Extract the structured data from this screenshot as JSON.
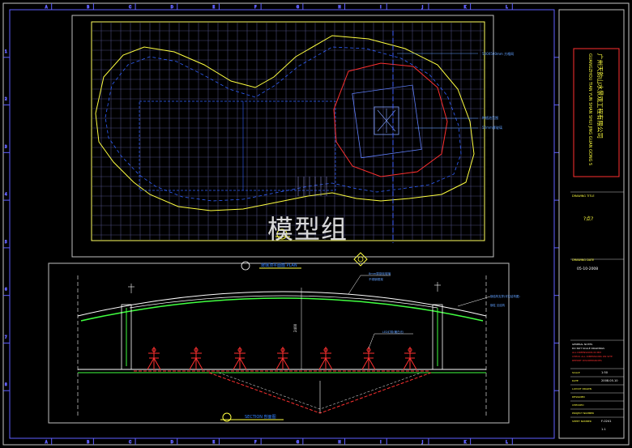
{
  "watermark": "模型组",
  "title_block": {
    "company_en": "GUANGZHOU TIAN YUN SHAN SHUI JING GUAN GONG S",
    "company_cn": "广州天韵山水景观工程有限公司",
    "drawing_title_label": "DRAWING TITLE",
    "drawing_title": "?点?",
    "date_label": "DRAWING DATE",
    "date": "05-10-2008",
    "notes": [
      "GENERAL NOTES",
      "DO NOT SCALE DRAWINGS",
      "ALL DIMENSIONS IN MM",
      "CHECK ALL DIMENSIONS ON SITE",
      "REPORT DISCREPANCIES"
    ],
    "scale_label": "SCALE",
    "scale_value": "1:50",
    "date2_value": "2008.05.10",
    "rows": [
      "LAYOUT DRAWN",
      "DESIGNED",
      "CHECKED",
      "PROJECT NUMBER",
      "SHEET NUMBER"
    ],
    "row_values": [
      "",
      "",
      "",
      "",
      "F-0241",
      "1-1"
    ]
  },
  "plan": {
    "label_dim": "500X500mm 方格网",
    "label_note1": "种植池范围",
    "label_note2": "50mm厚玻璃",
    "title": "玻璃顶平面图 PLAN"
  },
  "section": {
    "callout1": "8mm厚钢化玻璃",
    "callout2": "不锈钢框架",
    "callout3": "钢结构支撑(详见结构图)",
    "callout4": "LED灯带(暖白光)",
    "callout5": "钢柱 见结构",
    "dim_height": "2400",
    "title": "SECTION 剖面图"
  },
  "grid_letters": [
    "A",
    "B",
    "C",
    "D",
    "E",
    "F",
    "G",
    "H",
    "I",
    "J",
    "K",
    "L"
  ],
  "grid_numbers": [
    "1",
    "2",
    "3",
    "4",
    "5",
    "6",
    "7",
    "8"
  ]
}
